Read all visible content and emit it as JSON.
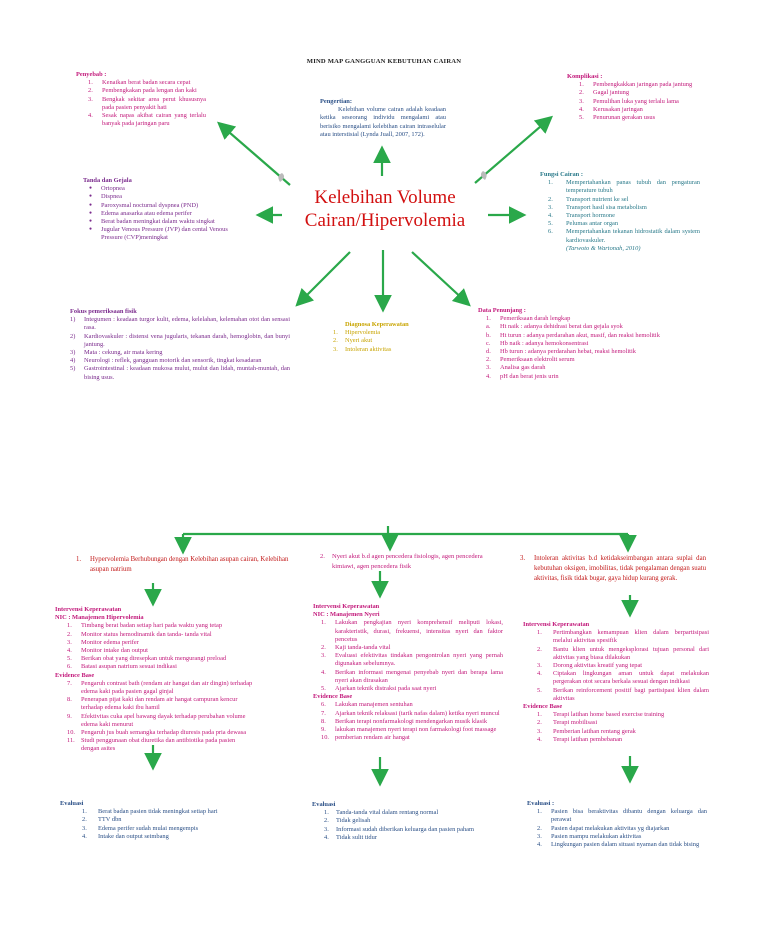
{
  "title": "MIND MAP GANGGUAN KEBUTUHAN CAIRAN",
  "center": {
    "line1": "Kelebihan Volume",
    "line2": "Cairan/Hipervolemia"
  },
  "penyebab": {
    "header": "Penyebab :",
    "items": [
      {
        "n": "1.",
        "t": "Kenaikan berat badan secara cepat"
      },
      {
        "n": "2.",
        "t": "Pembengkakan pada lengan dan kaki"
      },
      {
        "n": "3.",
        "t": "Bengkak sekitar area perut khususnya pada pasien penyakit hati"
      },
      {
        "n": "4.",
        "t": "Sesak napas akibat cairan yang terlalu banyak pada jaringan paru"
      }
    ]
  },
  "pengertian": {
    "header": "Pengertian:",
    "text": "Kelebihan volume cairan adalah keadaan ketika seseorang individu mengalami atau berisiko mengalami kelebihan cairan intraselular atau interstisial (Lynda Juall, 2007, 172)."
  },
  "komplikasi": {
    "header": "Komplikasi :",
    "items": [
      {
        "n": "1.",
        "t": "Pembengkakkan jaringan pada jantung"
      },
      {
        "n": "2.",
        "t": "Gagal jantung"
      },
      {
        "n": "3.",
        "t": "Pemulihan luka yang terlalu lama"
      },
      {
        "n": "4.",
        "t": "Kerusakan jaringan"
      },
      {
        "n": "5.",
        "t": "Penurunan gerakan usus"
      }
    ]
  },
  "tanda": {
    "header": "Tanda dan Gejala",
    "items": [
      "Ortopnea",
      "Dispnea",
      "Paroxysmal nocturnal dyspnea (PND)",
      "Edema anasarka atau edema perifer",
      "Berat badan meningkat dalam waktu singkat",
      "Jugular Venous Pressure (JVP) dan cental Venous Pressure (CVP)meningkat"
    ]
  },
  "fungsi": {
    "header": "Fungsi Cairan :",
    "items": [
      {
        "n": "1.",
        "t": "Mempertahankan panas tubuh dan pengaturan temperature tubuh"
      },
      {
        "n": "2.",
        "t": "Transport nutrient ke sel"
      },
      {
        "n": "3.",
        "t": "Transport hasil sisa metabolism"
      },
      {
        "n": "4.",
        "t": "Transport hormone"
      },
      {
        "n": "5.",
        "t": "Pelumas antar organ"
      },
      {
        "n": "6.",
        "t": "Mempertahankan tekanan hidrostatik dalam system kardiovaskuler."
      }
    ],
    "cite": "(Tarwoto & Wartonah, 2010)"
  },
  "fokus": {
    "header": "Fokus pemeriksaan fisik",
    "items": [
      {
        "n": "1)",
        "t": "Integumen : keadaan turgor kulit, edema, kelelahan, kelemahan otot dan sensasi rasa."
      },
      {
        "n": "2)",
        "t": "Kardiovaskuler : distensi vena jugularis, tekanan darah, hemoglobin, dan bunyi jantung."
      },
      {
        "n": "3)",
        "t": "Mata : cekung, air mata kering"
      },
      {
        "n": "4)",
        "t": "Neurologi : reflek, gangguan motorik dan sensorik, tingkat kesadaran"
      },
      {
        "n": "5)",
        "t": "Gastrointestinal : keadaan mukosa mulut, mulut dan lidah, muntah-muntah, dan bising usus."
      }
    ]
  },
  "diagnosa": {
    "header": "Diagnosa Keperawatan",
    "items": [
      {
        "n": "1.",
        "t": "Hipervolemia"
      },
      {
        "n": "2.",
        "t": "Nyeri akut"
      },
      {
        "n": "3.",
        "t": "Intoleran aktivitas"
      }
    ]
  },
  "penunjang": {
    "header": "Data Penunjang :",
    "items": [
      {
        "n": "1.",
        "t": "Pemeriksaan darah lengkap"
      },
      {
        "n": "a.",
        "t": "Ht naik : adanya dehidrasi berat dan gejala syok"
      },
      {
        "n": "b.",
        "t": "Ht turun : adanya perdarahan akut, masif, dan reaksi hemolitik"
      },
      {
        "n": "c.",
        "t": "Hb naik : adanya hemokonsentrasi"
      },
      {
        "n": "d.",
        "t": "Hb turun : adanya perdarahan hebat, reaksi hemolitik"
      },
      {
        "n": "2.",
        "t": "Pemeriksaan elektrolit serum"
      },
      {
        "n": "3.",
        "t": "Analisa gas darah"
      },
      {
        "n": "4.",
        "t": "pH dan berat jenis urin"
      }
    ]
  },
  "col1": {
    "dx_n": "1.",
    "dx": "Hypervolemia Berhubungan dengan Kelebihan asupan cairan, Kelebihan asupan natrium",
    "int_header": "Intervensi Keperawatan",
    "nic_header": "NIC : Manajemen Hipervolemia",
    "nic": [
      {
        "n": "1.",
        "t": "Timbang berat badan setiap hari pada waktu yang tetap"
      },
      {
        "n": "2.",
        "t": "Monitor status hemodinamik dan tanda- tanda vital"
      },
      {
        "n": "3.",
        "t": "Monitor edema perifer"
      },
      {
        "n": "4.",
        "t": "Monitor intake dan output"
      },
      {
        "n": "5.",
        "t": "Berikan obat yang diresepkan untuk mengurangi preload"
      },
      {
        "n": "6.",
        "t": "Batasi asupan natrium sesuai indikasi"
      }
    ],
    "eb_header": "Evidence Base",
    "eb": [
      {
        "n": "7.",
        "t": "Pengaruh contrast bath (rendam air hangat dan air dingin) terhadap edema kaki pada pasien gagal ginjal"
      },
      {
        "n": "8.",
        "t": "Penerapan pijat kaki dan rendam air hangat campuran kencur terhadap edema kaki ibu hamil"
      },
      {
        "n": "9.",
        "t": "Efektivitas cuka apel bawang dayak terhadap perubahan volume edema kaki menurut"
      },
      {
        "n": "10.",
        "t": "Pengaruh jus buah semangka terhadap diuresis pada pria dewasa"
      },
      {
        "n": "11.",
        "t": "Studi penggunaan obat diuretika dan antibiotika pada pasien dengan asites"
      }
    ],
    "ev_header": "Evaluasi",
    "ev": [
      {
        "n": "1.",
        "t": "Berat badan pasien tidak meningkat setiap hari"
      },
      {
        "n": "2.",
        "t": "TTV dbn"
      },
      {
        "n": "3.",
        "t": "Edema perifer sudah mulai mengempis"
      },
      {
        "n": "4.",
        "t": "Intake dan output seimbang"
      }
    ]
  },
  "col2": {
    "dx_n": "2.",
    "dx": "Nyeri akut b.d agen pencedera fisiologis, agen pencedera kimiawi, agen pencedera fisik",
    "int_header": "Intervensi Keperawatan",
    "nic_header": "NIC : Manajemen Nyeri",
    "nic": [
      {
        "n": "1.",
        "t": "Lakukan pengkajian nyeri komprehensif meliputi lokasi, karakteristik, durasi, frekuensi, intensitas nyeri dan faktor pencetus"
      },
      {
        "n": "2.",
        "t": "Kaji tanda-tanda vital"
      },
      {
        "n": "3.",
        "t": "Evaluasi efektivitas tindakan pengontrolan nyeri yang pernah digunakan sebelumnya."
      },
      {
        "n": "4.",
        "t": "Berikan informasi mengenai penyebab nyeri dan berapa lama nyeri akan dirasakan"
      },
      {
        "n": "5.",
        "t": "Ajarkan teknik distraksi pada saat nyeri"
      }
    ],
    "eb_header": "Evidence Base",
    "eb": [
      {
        "n": "6.",
        "t": "Lakukan manajemen sentuhan"
      },
      {
        "n": "7.",
        "t": "Ajarkan teknik relaksasi (tarik nafas dalam) ketika nyeri muncul"
      },
      {
        "n": "8.",
        "t": "Berikan terapi nonfarmakologi mendengarkan musik klasik"
      },
      {
        "n": "9.",
        "t": "lakukan manajemen nyeri terapi non farmakologi foot massage"
      },
      {
        "n": "10.",
        "t": "pemberian rendam air hangat"
      }
    ],
    "ev_header": "Evaluasi",
    "ev": [
      {
        "n": "1.",
        "t": "Tanda-tanda vital dalam rentang normal"
      },
      {
        "n": "2.",
        "t": "Tidak gelisah"
      },
      {
        "n": "3.",
        "t": "Informasi sudah diberikan keluarga dan pasien paham"
      },
      {
        "n": "4.",
        "t": "Tidak sulit tidur"
      }
    ]
  },
  "col3": {
    "dx_n": "3.",
    "dx": "Intoleran aktivitas b.d ketidakseimbangan antara suplai dan kebutuhan oksigen, imobilitas, tidak pengalaman dengan suatu aktivitas, fisik tidak bugar, gaya hidup kurang gerak.",
    "int_header": "Intervensi Keperawatan",
    "nic": [
      {
        "n": "1.",
        "t": "Pertimbangkan kemampuan klien dalam berpartisipasi melalui aktivitas spesifik"
      },
      {
        "n": "2.",
        "t": "Bantu klien untuk mengeksplorasi tujuan personal dari aktivitas yang biasa dilakukan"
      },
      {
        "n": "3.",
        "t": "Dorong aktivitas kreatif yang tepat"
      },
      {
        "n": "4.",
        "t": "Ciptakan lingkungan aman untuk dapat melakukan pergerakan otot secara berkala sesuai dengan indikasi"
      },
      {
        "n": "5.",
        "t": "Berikan reinforcement positif bagi partisipasi klien dalam aktivitas"
      }
    ],
    "eb_header": "Evidence Base",
    "eb": [
      {
        "n": "1.",
        "t": "Terapi latihan home based exercise training"
      },
      {
        "n": "2.",
        "t": "Terapi mobilisasi"
      },
      {
        "n": "3.",
        "t": "Pemberian latihan rentang gerak"
      },
      {
        "n": "4.",
        "t": "Terapi latihan pembebanan"
      }
    ],
    "ev_header": "Evaluasi :",
    "ev": [
      {
        "n": "1.",
        "t": "Pasien bisa beraktivitas dibantu dengan keluarga dan perawat"
      },
      {
        "n": "2.",
        "t": "Pasien dapat melakukan aktivitas yg diajarkan"
      },
      {
        "n": "3.",
        "t": "Pasien mampu melakukan aktivitas"
      },
      {
        "n": "4.",
        "t": "Lingkungan pasien dalam situasi nyaman dan tidak bising"
      }
    ]
  },
  "colors": {
    "arrow": "#2aa84a",
    "center": "#d21010",
    "pink": "#c2187a",
    "blue": "#2a4f86"
  }
}
